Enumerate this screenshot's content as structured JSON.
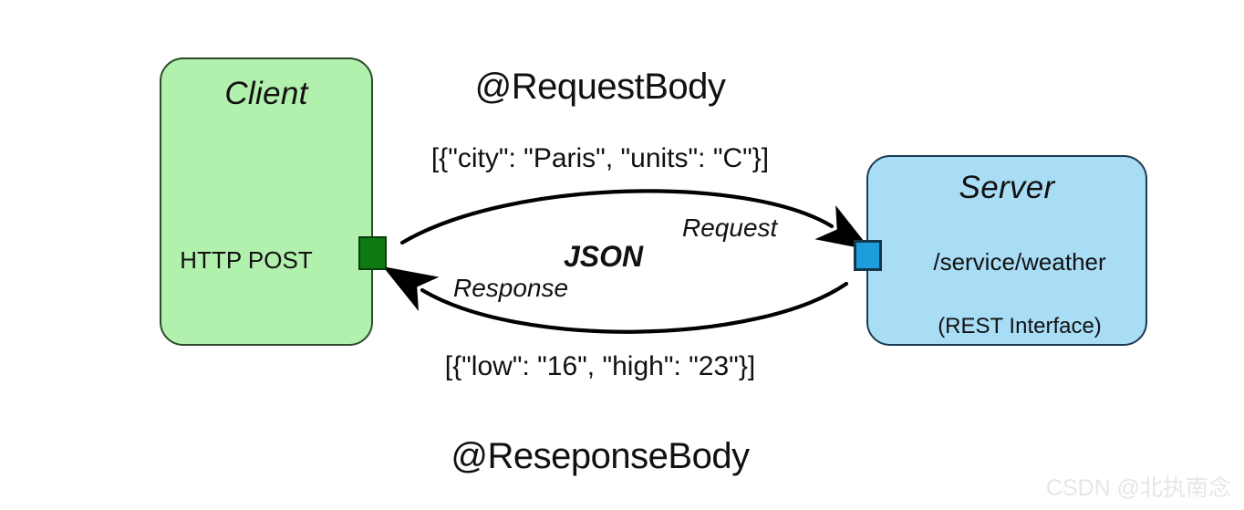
{
  "diagram": {
    "title_top": "@RequestBody",
    "title_bottom": "@ReseponseBody",
    "payload_request": "[{\"city\": \"Paris\", \"units\": \"C\"}]",
    "payload_response": "[{\"low\": \"16\", \"high\": \"23\"}]",
    "format_label": "JSON",
    "colors": {
      "client_fill": "#b2f0ad",
      "client_border": "#2d4a2b",
      "client_port": "#0d7a12",
      "server_fill": "#a8ddf5",
      "server_border": "#1b3a52",
      "server_port": "#1e9ddb",
      "arrow": "#000000",
      "watermark": "#e6e6e6"
    }
  },
  "client": {
    "title": "Client",
    "method": "HTTP POST",
    "port_icon": "green-port-icon"
  },
  "server": {
    "title": "Server",
    "path": "/service/weather",
    "interface": "(REST Interface)",
    "port_icon": "blue-port-icon"
  },
  "arrows": [
    {
      "name": "request-arrow",
      "label": "Request",
      "direction": "client-to-server"
    },
    {
      "name": "response-arrow",
      "label": "Response",
      "direction": "server-to-client"
    }
  ],
  "watermark": {
    "text": "CSDN @北执南念"
  }
}
